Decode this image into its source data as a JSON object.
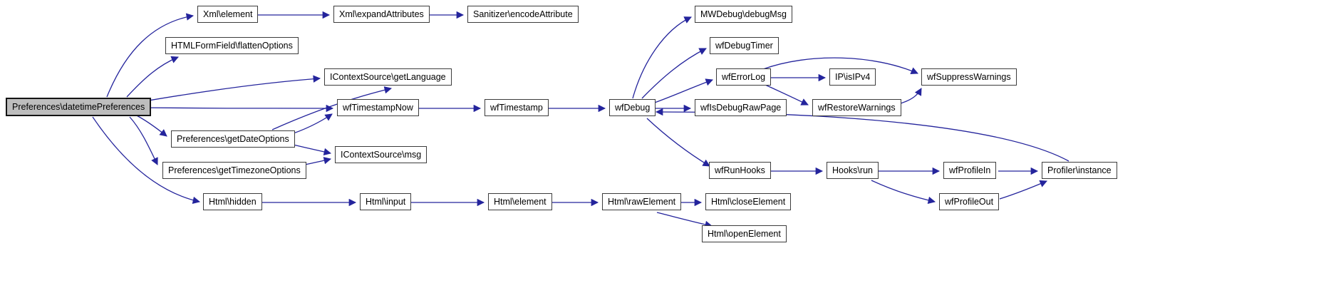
{
  "graph": {
    "type": "call-graph",
    "colors": {
      "background": "#ffffff",
      "edge": "#24249c",
      "node_border": "#3c3c3c",
      "node_fill": "#ffffff",
      "root_fill": "#bdbdbd",
      "text": "#000000"
    },
    "nodes": [
      {
        "id": "preferences-datetimePreferences",
        "label": "Preferences\\datetimePreferences",
        "root": true
      },
      {
        "id": "xml-element",
        "label": "Xml\\element"
      },
      {
        "id": "xml-expandAttributes",
        "label": "Xml\\expandAttributes"
      },
      {
        "id": "sanitizer-encodeAttribute",
        "label": "Sanitizer\\encodeAttribute"
      },
      {
        "id": "htmlformfield-flattenOptions",
        "label": "HTMLFormField\\flattenOptions"
      },
      {
        "id": "icontextsource-getLanguage",
        "label": "IContextSource\\getLanguage"
      },
      {
        "id": "wfTimestampNow",
        "label": "wfTimestampNow"
      },
      {
        "id": "wfTimestamp",
        "label": "wfTimestamp"
      },
      {
        "id": "wfDebug",
        "label": "wfDebug"
      },
      {
        "id": "preferences-getDateOptions",
        "label": "Preferences\\getDateOptions"
      },
      {
        "id": "icontextsource-msg",
        "label": "IContextSource\\msg"
      },
      {
        "id": "preferences-getTimezoneOptions",
        "label": "Preferences\\getTimezoneOptions"
      },
      {
        "id": "html-hidden",
        "label": "Html\\hidden"
      },
      {
        "id": "html-input",
        "label": "Html\\input"
      },
      {
        "id": "html-element",
        "label": "Html\\element"
      },
      {
        "id": "html-rawElement",
        "label": "Html\\rawElement"
      },
      {
        "id": "html-closeElement",
        "label": "Html\\closeElement"
      },
      {
        "id": "html-openElement",
        "label": "Html\\openElement"
      },
      {
        "id": "mwdebug-debugMsg",
        "label": "MWDebug\\debugMsg"
      },
      {
        "id": "wfDebugTimer",
        "label": "wfDebugTimer"
      },
      {
        "id": "wfErrorLog",
        "label": "wfErrorLog"
      },
      {
        "id": "ip-isIPv4",
        "label": "IP\\isIPv4"
      },
      {
        "id": "wfSuppressWarnings",
        "label": "wfSuppressWarnings"
      },
      {
        "id": "wfIsDebugRawPage",
        "label": "wfIsDebugRawPage"
      },
      {
        "id": "wfRestoreWarnings",
        "label": "wfRestoreWarnings"
      },
      {
        "id": "wfRunHooks",
        "label": "wfRunHooks"
      },
      {
        "id": "hooks-run",
        "label": "Hooks\\run"
      },
      {
        "id": "wfProfileIn",
        "label": "wfProfileIn"
      },
      {
        "id": "profiler-instance",
        "label": "Profiler\\instance"
      },
      {
        "id": "wfProfileOut",
        "label": "wfProfileOut"
      }
    ],
    "edges": [
      {
        "from": "preferences-datetimePreferences",
        "to": "xml-element"
      },
      {
        "from": "preferences-datetimePreferences",
        "to": "htmlformfield-flattenOptions"
      },
      {
        "from": "preferences-datetimePreferences",
        "to": "icontextsource-getLanguage"
      },
      {
        "from": "preferences-datetimePreferences",
        "to": "wfTimestampNow"
      },
      {
        "from": "preferences-datetimePreferences",
        "to": "preferences-getDateOptions"
      },
      {
        "from": "preferences-datetimePreferences",
        "to": "preferences-getTimezoneOptions"
      },
      {
        "from": "preferences-datetimePreferences",
        "to": "html-hidden"
      },
      {
        "from": "xml-element",
        "to": "xml-expandAttributes"
      },
      {
        "from": "xml-expandAttributes",
        "to": "sanitizer-encodeAttribute"
      },
      {
        "from": "wfTimestampNow",
        "to": "wfTimestamp"
      },
      {
        "from": "wfTimestamp",
        "to": "wfDebug"
      },
      {
        "from": "preferences-getDateOptions",
        "to": "icontextsource-getLanguage"
      },
      {
        "from": "preferences-getDateOptions",
        "to": "wfTimestampNow"
      },
      {
        "from": "preferences-getDateOptions",
        "to": "icontextsource-msg"
      },
      {
        "from": "preferences-getTimezoneOptions",
        "to": "icontextsource-msg"
      },
      {
        "from": "html-hidden",
        "to": "html-input"
      },
      {
        "from": "html-input",
        "to": "html-element"
      },
      {
        "from": "html-element",
        "to": "html-rawElement"
      },
      {
        "from": "html-rawElement",
        "to": "html-closeElement"
      },
      {
        "from": "html-rawElement",
        "to": "html-openElement"
      },
      {
        "from": "wfDebug",
        "to": "mwdebug-debugMsg"
      },
      {
        "from": "wfDebug",
        "to": "wfDebugTimer"
      },
      {
        "from": "wfDebug",
        "to": "wfErrorLog"
      },
      {
        "from": "wfDebug",
        "to": "wfIsDebugRawPage"
      },
      {
        "from": "wfDebug",
        "to": "wfRunHooks"
      },
      {
        "from": "wfErrorLog",
        "to": "ip-isIPv4"
      },
      {
        "from": "wfErrorLog",
        "to": "wfSuppressWarnings"
      },
      {
        "from": "wfErrorLog",
        "to": "wfRestoreWarnings"
      },
      {
        "from": "wfRestoreWarnings",
        "to": "wfSuppressWarnings"
      },
      {
        "from": "wfRunHooks",
        "to": "hooks-run"
      },
      {
        "from": "hooks-run",
        "to": "wfProfileIn"
      },
      {
        "from": "hooks-run",
        "to": "wfProfileOut"
      },
      {
        "from": "wfProfileIn",
        "to": "profiler-instance"
      },
      {
        "from": "wfProfileOut",
        "to": "profiler-instance"
      },
      {
        "from": "profiler-instance",
        "to": "wfDebug"
      }
    ]
  }
}
